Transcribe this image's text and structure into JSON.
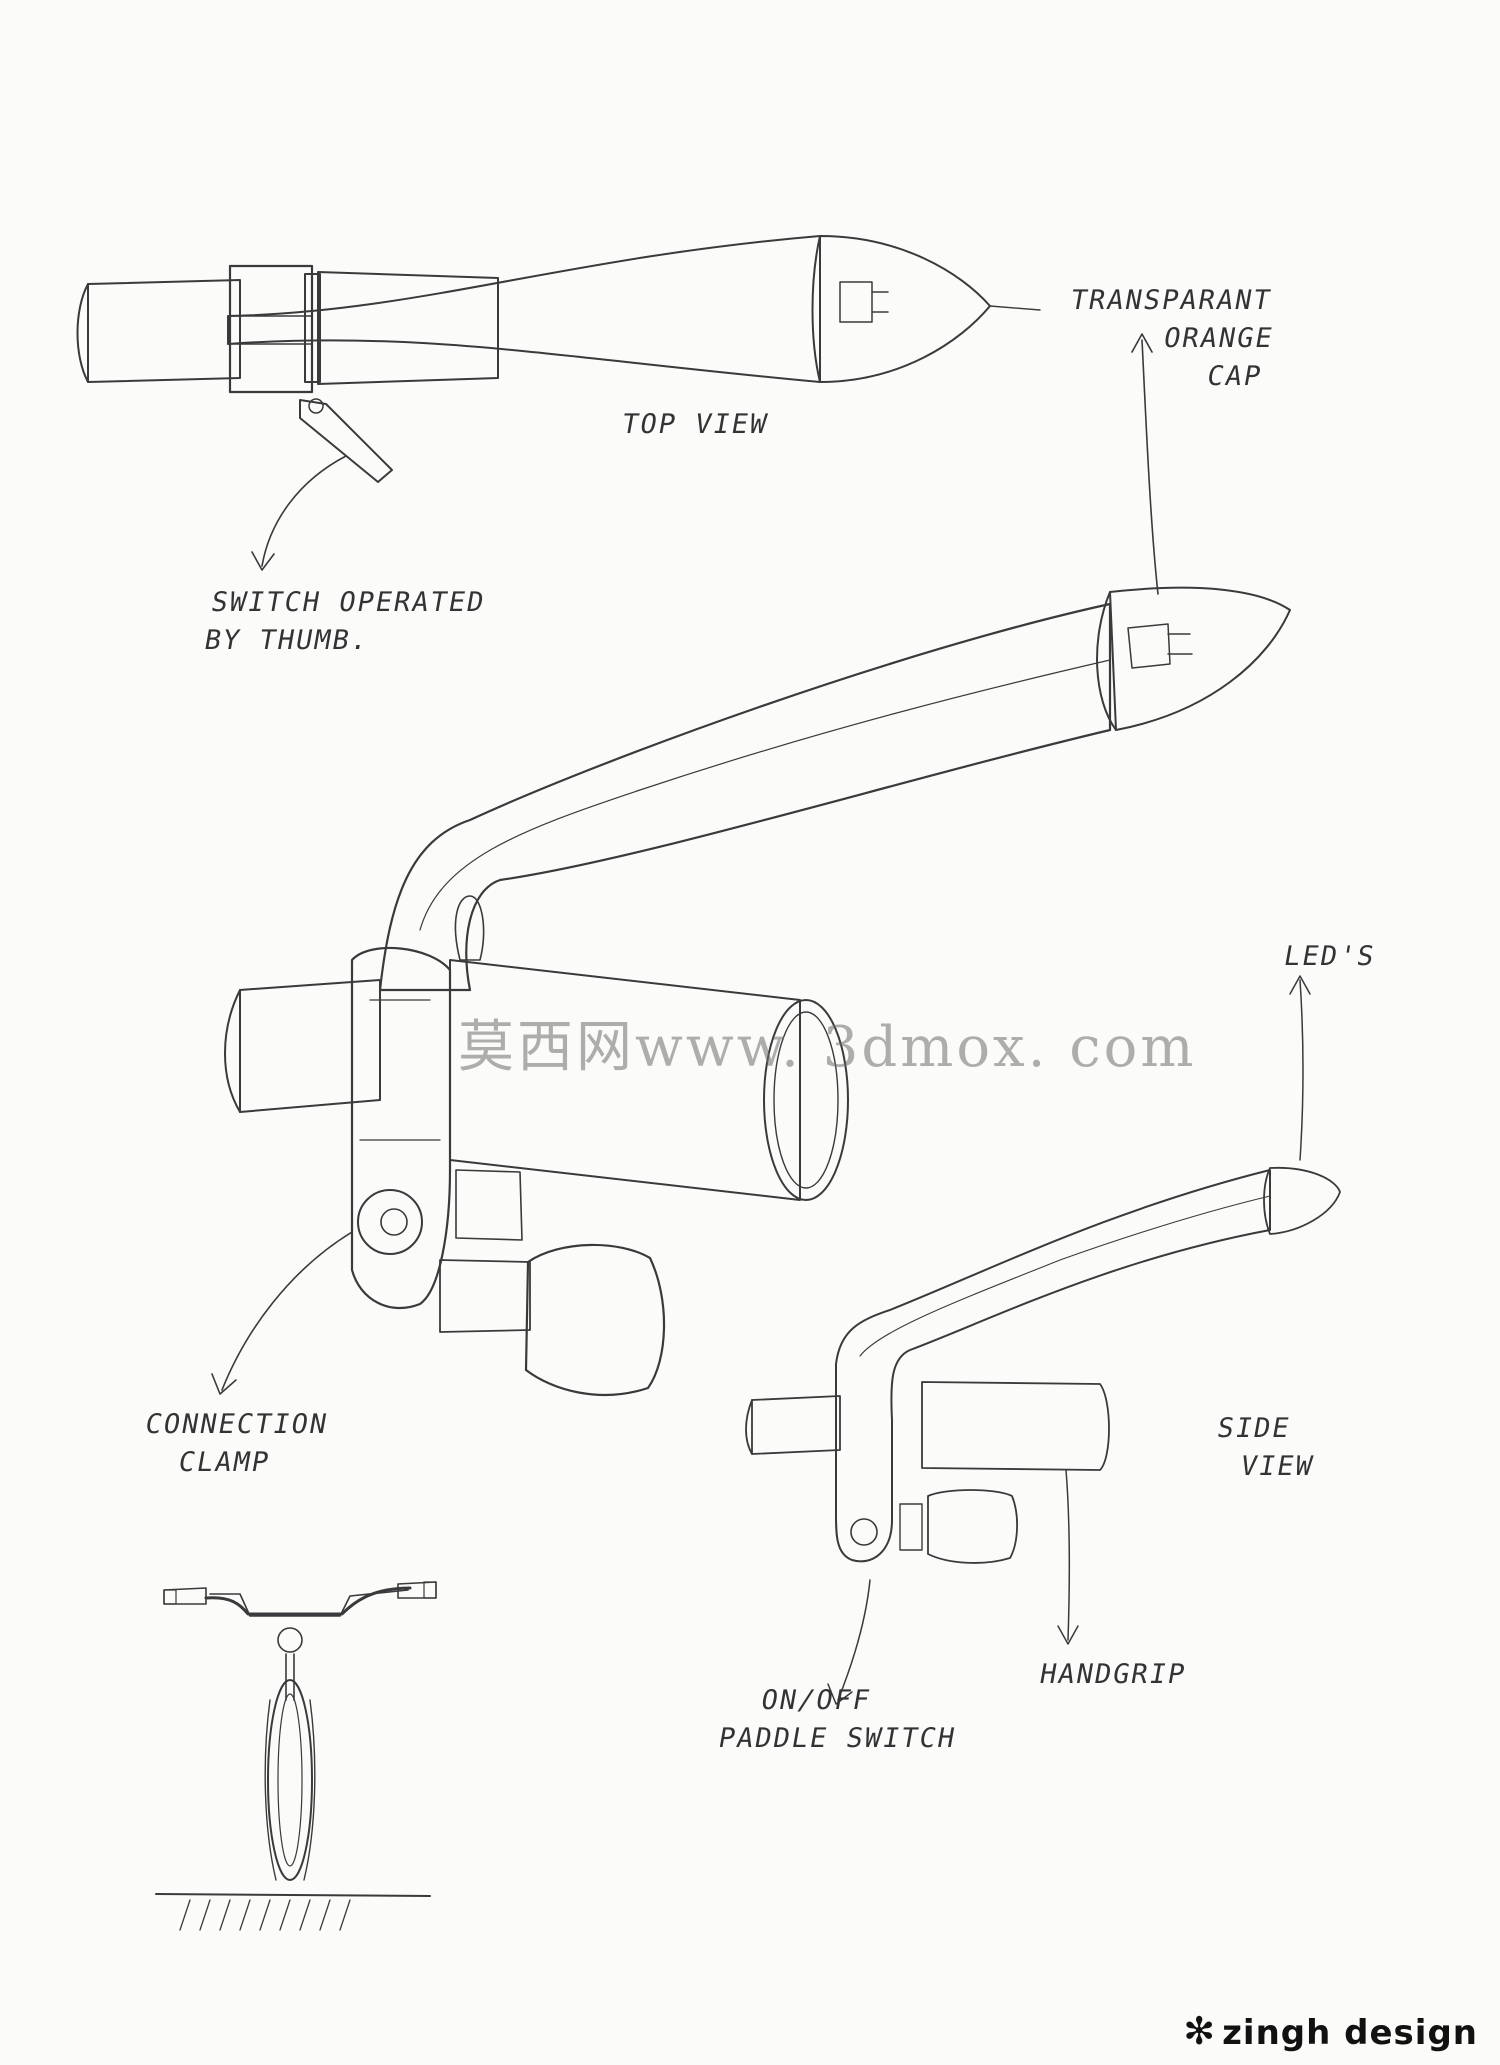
{
  "labels": {
    "top_view": "TOP VIEW",
    "transparent_cap": [
      "TRANSPARANT",
      "ORANGE",
      "CAP"
    ],
    "switch_thumb": [
      "SWITCH OPERATED",
      "BY THUMB."
    ],
    "leds": "LED'S",
    "connection_clamp": [
      "CONNECTION",
      "CLAMP"
    ],
    "side_view": [
      "SIDE",
      "VIEW"
    ],
    "handgrip": "HANDGRIP",
    "paddle_switch": [
      "ON/OFF",
      "PADDLE SWITCH"
    ]
  },
  "watermark": "莫西网www. 3dmox. com",
  "brand": {
    "star": "✻",
    "name": "zingh design"
  },
  "colors": {
    "housing_green": "#a9f0b8",
    "cap_orange": "#ffcf5a",
    "grip_beige": "#f2ebc4",
    "bar_grey": "#a8a8ab",
    "ink": "#3a3a3c"
  }
}
